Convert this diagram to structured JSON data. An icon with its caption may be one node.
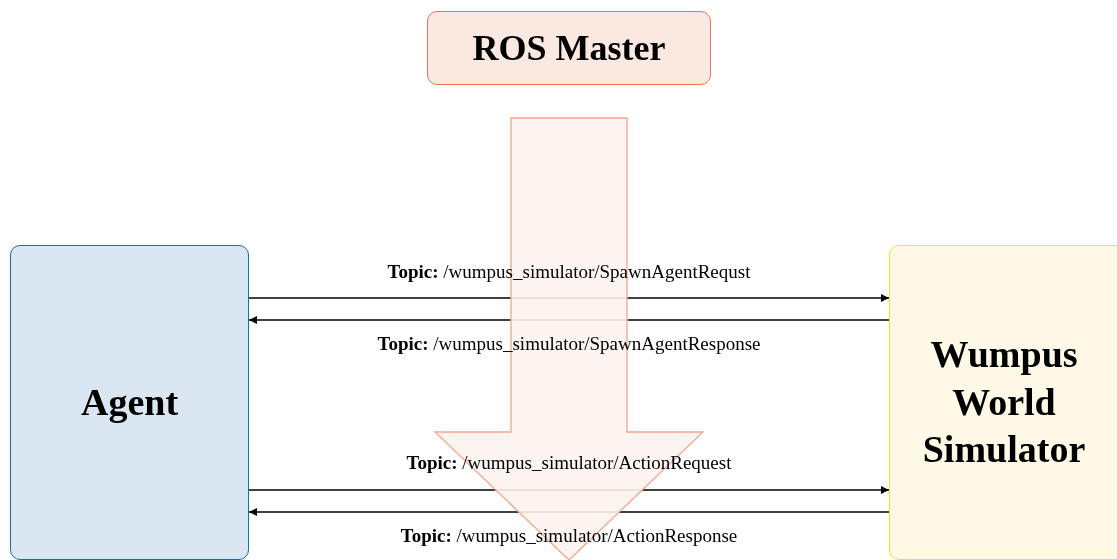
{
  "diagram": {
    "nodes": [
      {
        "text": [
          "ROS Master"
        ]
      },
      {
        "text": [
          "Agent"
        ]
      },
      {
        "text": [
          "Wumpus World Simulator"
        ]
      }
    ],
    "edges": [
      {
        "from": 1,
        "to": 2,
        "arrow": "to",
        "label": "**Topic:** /wumpus_simulator/SpawnAgentRequst"
      },
      {
        "from": 2,
        "to": 1,
        "arrow": "to",
        "label": "**Topic:** /wumpus_simulator/SpawnAgentResponse"
      },
      {
        "from": 1,
        "to": 2,
        "arrow": "to",
        "label": "**Topic:** /wumpus_simulator/ActionRequest"
      },
      {
        "from": 2,
        "to": 1,
        "arrow": "to",
        "label": "**Topic:** /wumpus_simulator/ActionResponse"
      },
      {
        "from": 0,
        "to": null,
        "arrow": "to",
        "style": "thick",
        "color": "#f4a58a"
      }
    ]
  }
}
